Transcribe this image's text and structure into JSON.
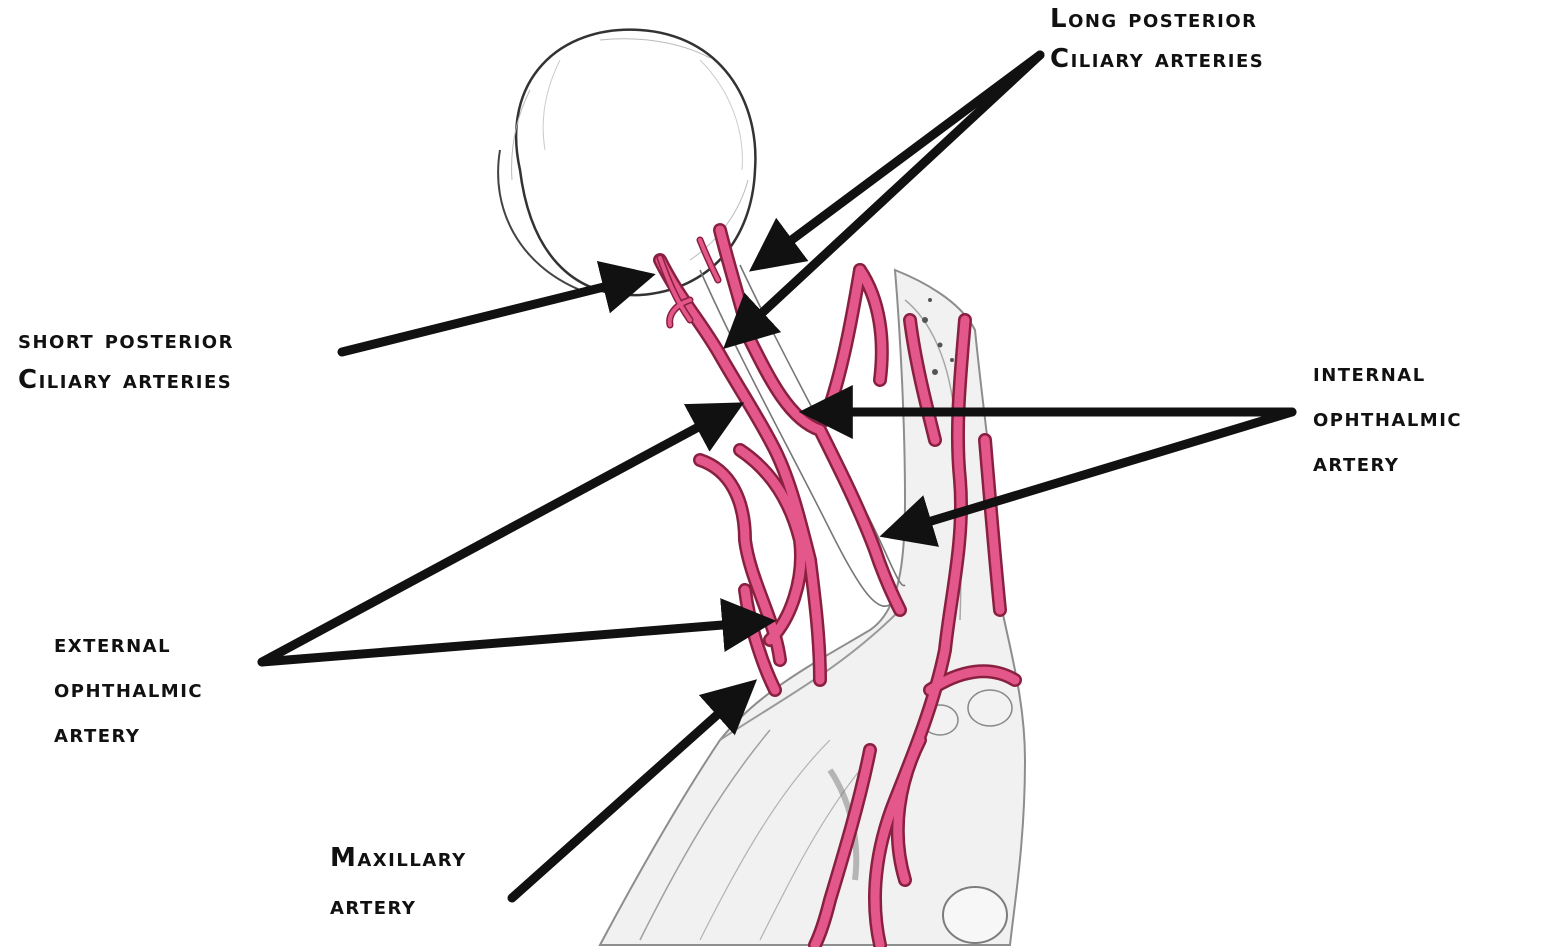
{
  "colors": {
    "artery": "#e4578a",
    "artery_outline": "#8a2040",
    "bone": "#c9c9c9",
    "line": "#111111"
  },
  "labels": {
    "long_posterior_ciliary": {
      "line1": "Long posterior",
      "line2": "Ciliary arteries"
    },
    "short_posterior_ciliary": {
      "line1": "short posterior",
      "line2": "Ciliary arteries"
    },
    "internal_ophthalmic": {
      "line1": "internal",
      "line2": "ophthalmic",
      "line3": "artery"
    },
    "external_ophthalmic": {
      "line1": "external",
      "line2": "ophthalmic",
      "line3": "artery"
    },
    "maxillary": {
      "line1": "Maxillary",
      "line2": "artery"
    }
  }
}
